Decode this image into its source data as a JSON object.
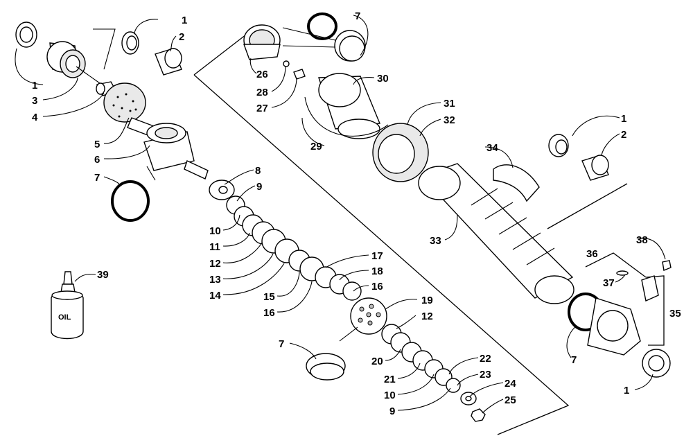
{
  "diagram": {
    "callouts": [
      "1",
      "2",
      "3",
      "4",
      "5",
      "6",
      "7",
      "8",
      "9",
      "10",
      "11",
      "12",
      "13",
      "14",
      "15",
      "16",
      "17",
      "18",
      "19",
      "20",
      "21",
      "22",
      "23",
      "24",
      "25",
      "26",
      "27",
      "28",
      "29",
      "30",
      "31",
      "32",
      "33",
      "34",
      "35",
      "36",
      "37",
      "38",
      "39"
    ],
    "oil_label": "OIL"
  }
}
